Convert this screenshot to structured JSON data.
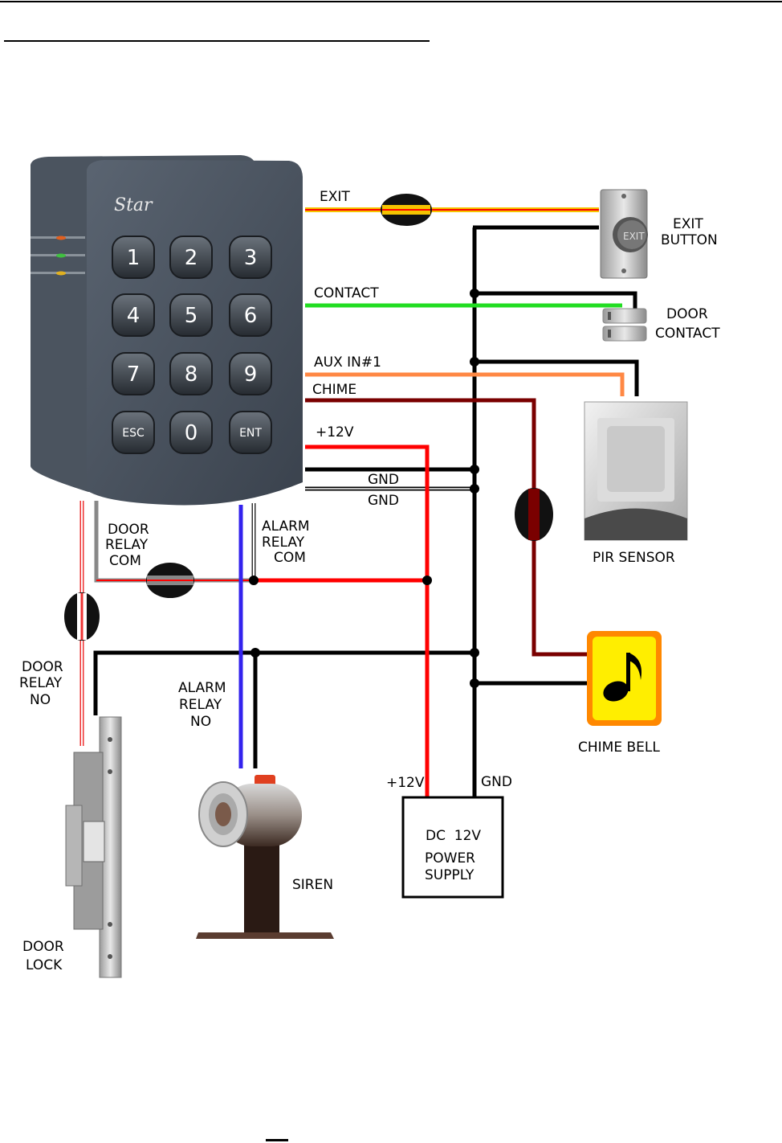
{
  "keypad": {
    "logo": "Star",
    "keys": [
      "1",
      "2",
      "3",
      "4",
      "5",
      "6",
      "7",
      "8",
      "9",
      "ESC",
      "0",
      "ENT"
    ]
  },
  "wires": {
    "exit": "EXIT",
    "contact": "CONTACT",
    "aux_in": "AUX IN#1",
    "chime": "CHIME",
    "plus12v": "+12V",
    "gnd1": "GND",
    "gnd2": "GND"
  },
  "relay_labels": {
    "door_relay_com": [
      "DOOR",
      "RELAY",
      "COM"
    ],
    "alarm_relay_com": [
      "ALARM",
      "RELAY",
      "COM"
    ],
    "door_relay_no": [
      "DOOR",
      "RELAY",
      "NO"
    ],
    "alarm_relay_no": [
      "ALARM",
      "RELAY",
      "NO"
    ]
  },
  "devices": {
    "exit_button": [
      "EXIT",
      "BUTTON"
    ],
    "exit_button_face": "EXIT",
    "door_contact": [
      "DOOR",
      "CONTACT"
    ],
    "pir_sensor": "PIR SENSOR",
    "chime_bell": "CHIME BELL",
    "siren": "SIREN",
    "door_lock": [
      "DOOR",
      "LOCK"
    ],
    "power_supply": [
      "DC  12V",
      "POWER",
      "SUPPLY"
    ],
    "psu_plus": "+12V",
    "psu_gnd": "GND"
  },
  "colors": {
    "exit_wire": "#f5c400",
    "exit_wire_stripe": "#ff0000",
    "contact_wire": "#22dd22",
    "aux_wire": "#ff8844",
    "chime_wire": "#7a0000",
    "v12_wire": "#ff0000",
    "gnd_wire": "#000000",
    "alarm_no_wire": "#3322ee",
    "chime_bell_bg": "#ffee00",
    "chime_bell_border": "#ff8800",
    "keypad_body": "#4a5360"
  }
}
